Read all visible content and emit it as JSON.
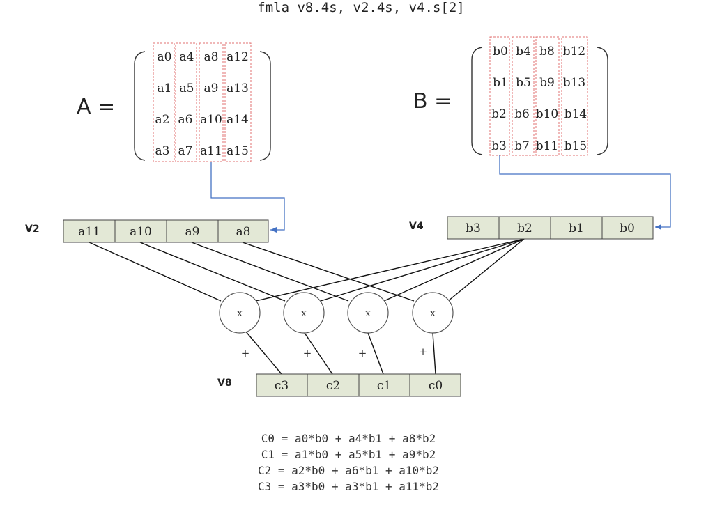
{
  "title": "fmla v8.4s, v2.4s, v4.s[2]",
  "matrixA": {
    "label": "A =",
    "columns": [
      [
        "a0",
        "a1",
        "a2",
        "a3"
      ],
      [
        "a4",
        "a5",
        "a6",
        "a7"
      ],
      [
        "a8",
        "a9",
        "a10",
        "a11"
      ],
      [
        "a12",
        "a13",
        "a14",
        "a15"
      ]
    ]
  },
  "matrixB": {
    "label": "B =",
    "columns": [
      [
        "b0",
        "b1",
        "b2",
        "b3"
      ],
      [
        "b4",
        "b5",
        "b6",
        "b7"
      ],
      [
        "b8",
        "b9",
        "b10",
        "b11"
      ],
      [
        "b12",
        "b13",
        "b14",
        "b15"
      ]
    ]
  },
  "v2": {
    "label": "V2",
    "cells": [
      "a11",
      "a10",
      "a9",
      "a8"
    ]
  },
  "v4": {
    "label": "V4",
    "cells": [
      "b3",
      "b2",
      "b1",
      "b0"
    ]
  },
  "v8": {
    "label": "V8",
    "cells": [
      "c3",
      "c2",
      "c1",
      "c0"
    ]
  },
  "multiply_symbol": "x",
  "plus_symbol": "+",
  "formulas": [
    "C0 = a0*b0 + a4*b1 + a8*b2",
    "C1 = a1*b0 + a5*b1 + a9*b2",
    "C2 = a2*b0 + a6*b1 + a10*b2",
    "C3 = a3*b0 + a3*b1 + a11*b2"
  ],
  "colors": {
    "register_fill": "#e3e8d6",
    "register_stroke": "#444444",
    "dashed": "#e07070",
    "arrow": "#4472c4",
    "line": "#111111"
  }
}
